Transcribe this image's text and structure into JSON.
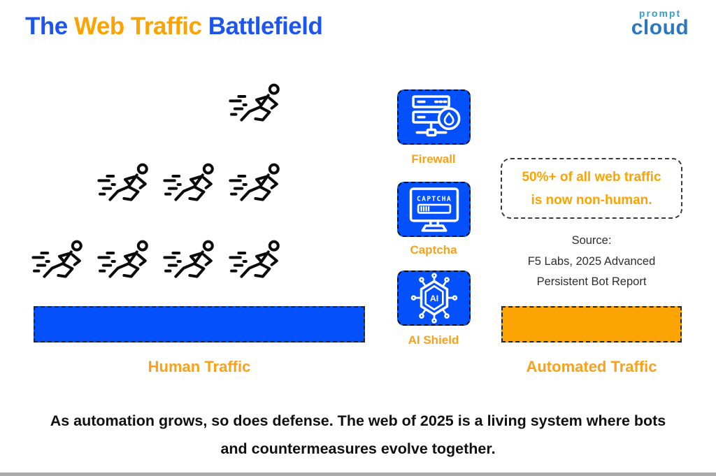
{
  "title": {
    "prefix": "The ",
    "highlight": "Web Traffic ",
    "suffix": "Battlefield"
  },
  "logo": {
    "line1": "prompt",
    "line2": "cloud"
  },
  "runners": {
    "rows": [
      1,
      3,
      4
    ],
    "total": 8,
    "meaning": "human visitors running"
  },
  "defenses": [
    {
      "label": "Firewall"
    },
    {
      "label": "Captcha",
      "screen_text": "CAPTCHA"
    },
    {
      "label": "AI Shield",
      "badge_text": "AI"
    }
  ],
  "stat": {
    "line1": "50%+ of all web traffic",
    "line2": "is now non-human."
  },
  "source": {
    "line1": "Source:",
    "line2": "F5 Labs, 2025 Advanced",
    "line3": "Persistent Bot Report"
  },
  "bars": {
    "human": {
      "label": "Human Traffic"
    },
    "automated": {
      "label": "Automated Traffic"
    }
  },
  "caption": {
    "line1": "As automation grows, so does defense. The web of 2025 is a living system where bots",
    "line2": "and countermeasures evolve together."
  },
  "colors": {
    "title_blue": "#1d55f0",
    "orange_text": "#f9a11b",
    "stat_orange": "#fca302",
    "bar_blue": "#0451fb",
    "bar_orange": "#fca403",
    "box_blue": "#0451fb"
  }
}
